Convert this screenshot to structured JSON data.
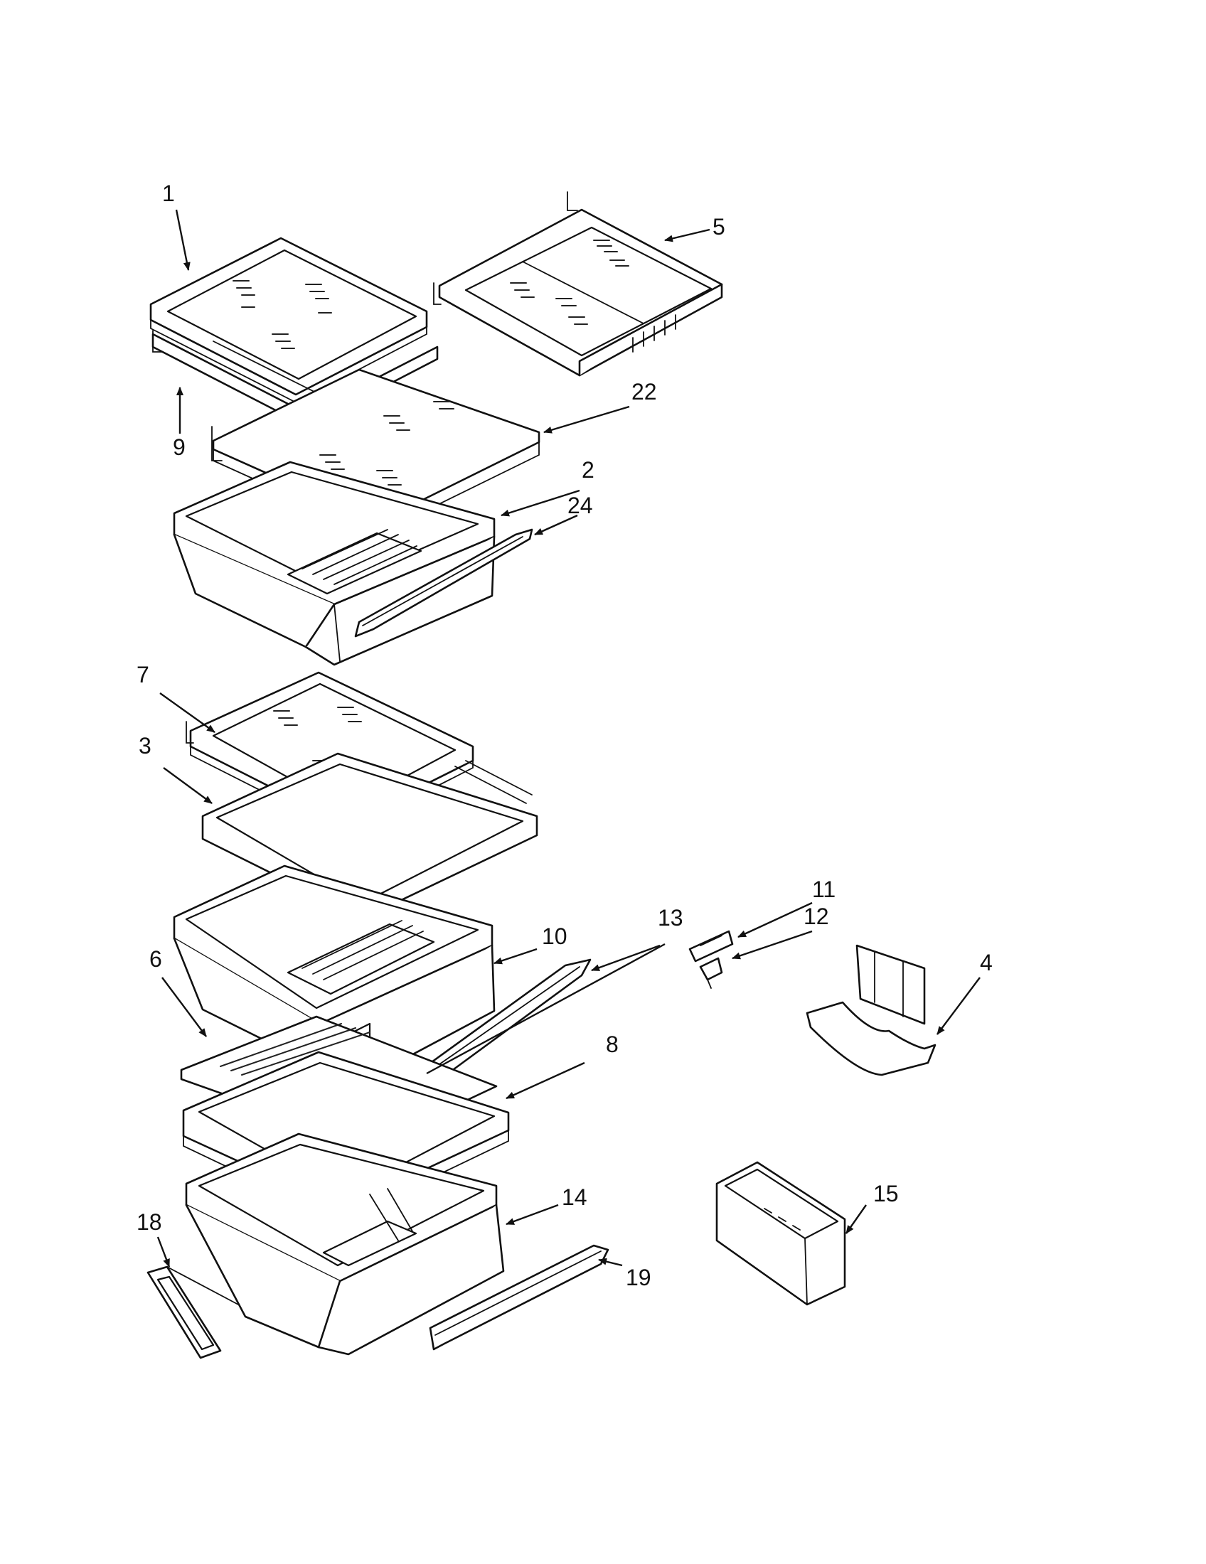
{
  "callouts": {
    "c1": "1",
    "c2": "2",
    "c3": "3",
    "c4": "4",
    "c5": "5",
    "c6": "6",
    "c7": "7",
    "c8": "8",
    "c9": "9",
    "c10": "10",
    "c11": "11",
    "c12": "12",
    "c13": "13",
    "c14": "14",
    "c15": "15",
    "c18": "18",
    "c19": "19",
    "c22": "22",
    "c24": "24"
  }
}
